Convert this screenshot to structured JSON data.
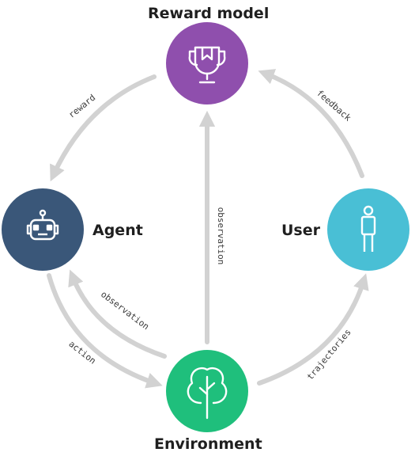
{
  "nodes": {
    "reward_model": {
      "label": "Reward model",
      "icon": "trophy-icon",
      "color": "#8f4fad"
    },
    "agent": {
      "label": "Agent",
      "icon": "robot-icon",
      "color": "#3a5779"
    },
    "user": {
      "label": "User",
      "icon": "person-icon",
      "color": "#49bfd5"
    },
    "environment": {
      "label": "Environment",
      "icon": "tree-icon",
      "color": "#1fbf7c"
    }
  },
  "edges": {
    "reward": "reward",
    "feedback": "feedback",
    "observation_vertical": "observation",
    "observation_diag": "observation",
    "action": "action",
    "trajectories": "trajectories"
  },
  "colors": {
    "arrow": "#d2d2d2"
  }
}
